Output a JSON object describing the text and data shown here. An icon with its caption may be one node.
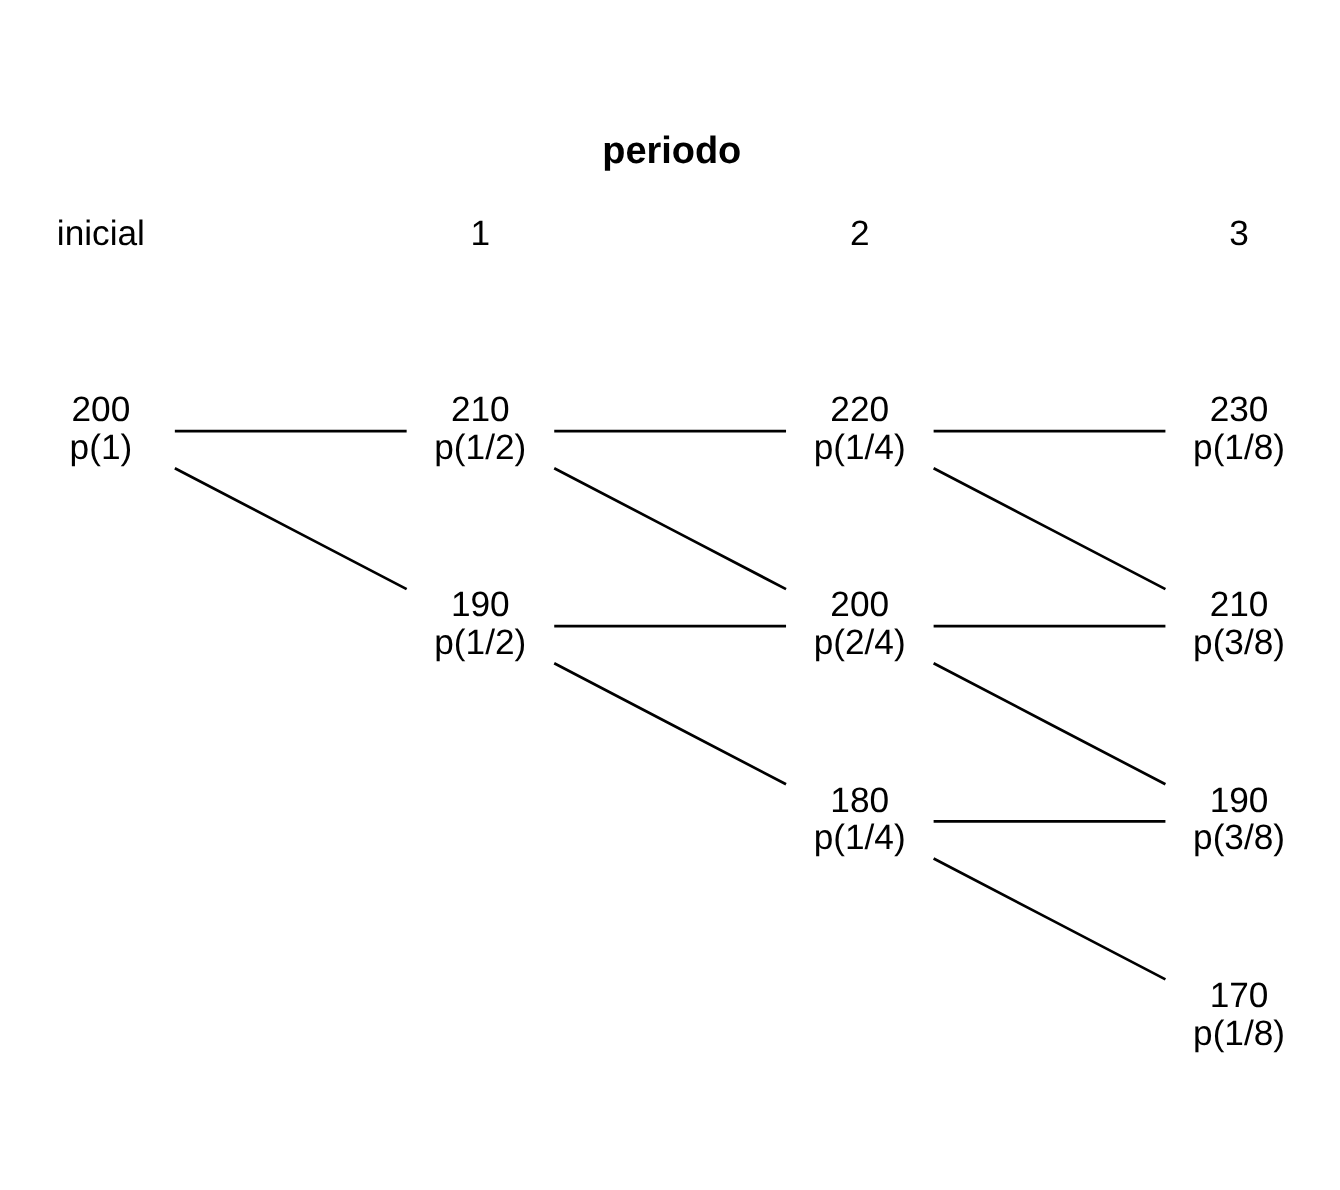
{
  "diagram": {
    "title": "periodo",
    "nodes": [
      {
        "text": [
          "200",
          "p(1)"
        ]
      },
      {
        "text": [
          "210",
          "p(1/2)"
        ]
      },
      {
        "text": [
          "190",
          "p(1/2)"
        ]
      },
      {
        "text": [
          "220",
          "p(1/4)"
        ]
      },
      {
        "text": [
          "200",
          "p(2/4)"
        ]
      },
      {
        "text": [
          "180",
          "p(1/4)"
        ]
      },
      {
        "text": [
          "230",
          "p(1/8)"
        ]
      },
      {
        "text": [
          "210",
          "p(3/8)"
        ]
      },
      {
        "text": [
          "190",
          "p(3/8)"
        ]
      },
      {
        "text": [
          "170",
          "p(1/8)"
        ]
      }
    ],
    "edges": [
      {
        "from": 0,
        "to": 1,
        "arrow": "none"
      },
      {
        "from": 0,
        "to": 2,
        "arrow": "none"
      },
      {
        "from": 1,
        "to": 3,
        "arrow": "none"
      },
      {
        "from": 1,
        "to": 4,
        "arrow": "none"
      },
      {
        "from": 2,
        "to": 4,
        "arrow": "none"
      },
      {
        "from": 2,
        "to": 5,
        "arrow": "none"
      },
      {
        "from": 3,
        "to": 6,
        "arrow": "none"
      },
      {
        "from": 3,
        "to": 7,
        "arrow": "none"
      },
      {
        "from": 4,
        "to": 7,
        "arrow": "none"
      },
      {
        "from": 4,
        "to": 8,
        "arrow": "none"
      },
      {
        "from": 5,
        "to": 8,
        "arrow": "none"
      },
      {
        "from": 5,
        "to": 9,
        "arrow": "none"
      }
    ],
    "labels": [
      "inicial",
      "1",
      "2",
      "3"
    ]
  }
}
